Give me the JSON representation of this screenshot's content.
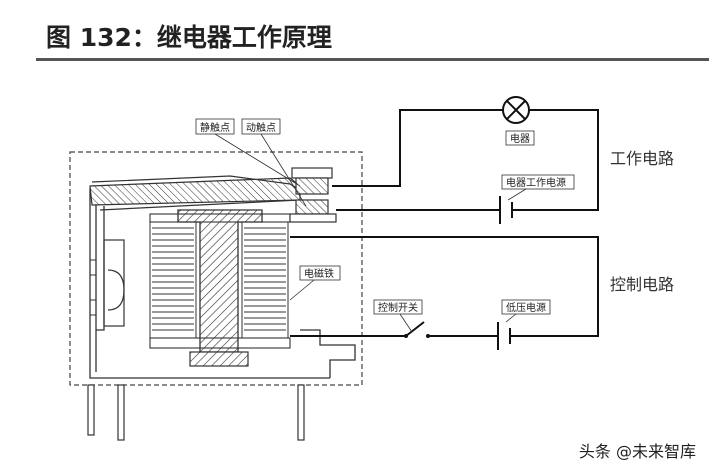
{
  "figure_title": "图 132：继电器工作原理",
  "labels": {
    "static_contact": "静触点",
    "moving_contact": "动触点",
    "load": "电器",
    "work_power": "电器工作电源",
    "electromagnet": "电磁铁",
    "control_switch": "控制开关",
    "low_voltage_power": "低压电源",
    "work_circuit": "工作电路",
    "control_circuit": "控制电路"
  },
  "watermark": "头条 @未来智库"
}
